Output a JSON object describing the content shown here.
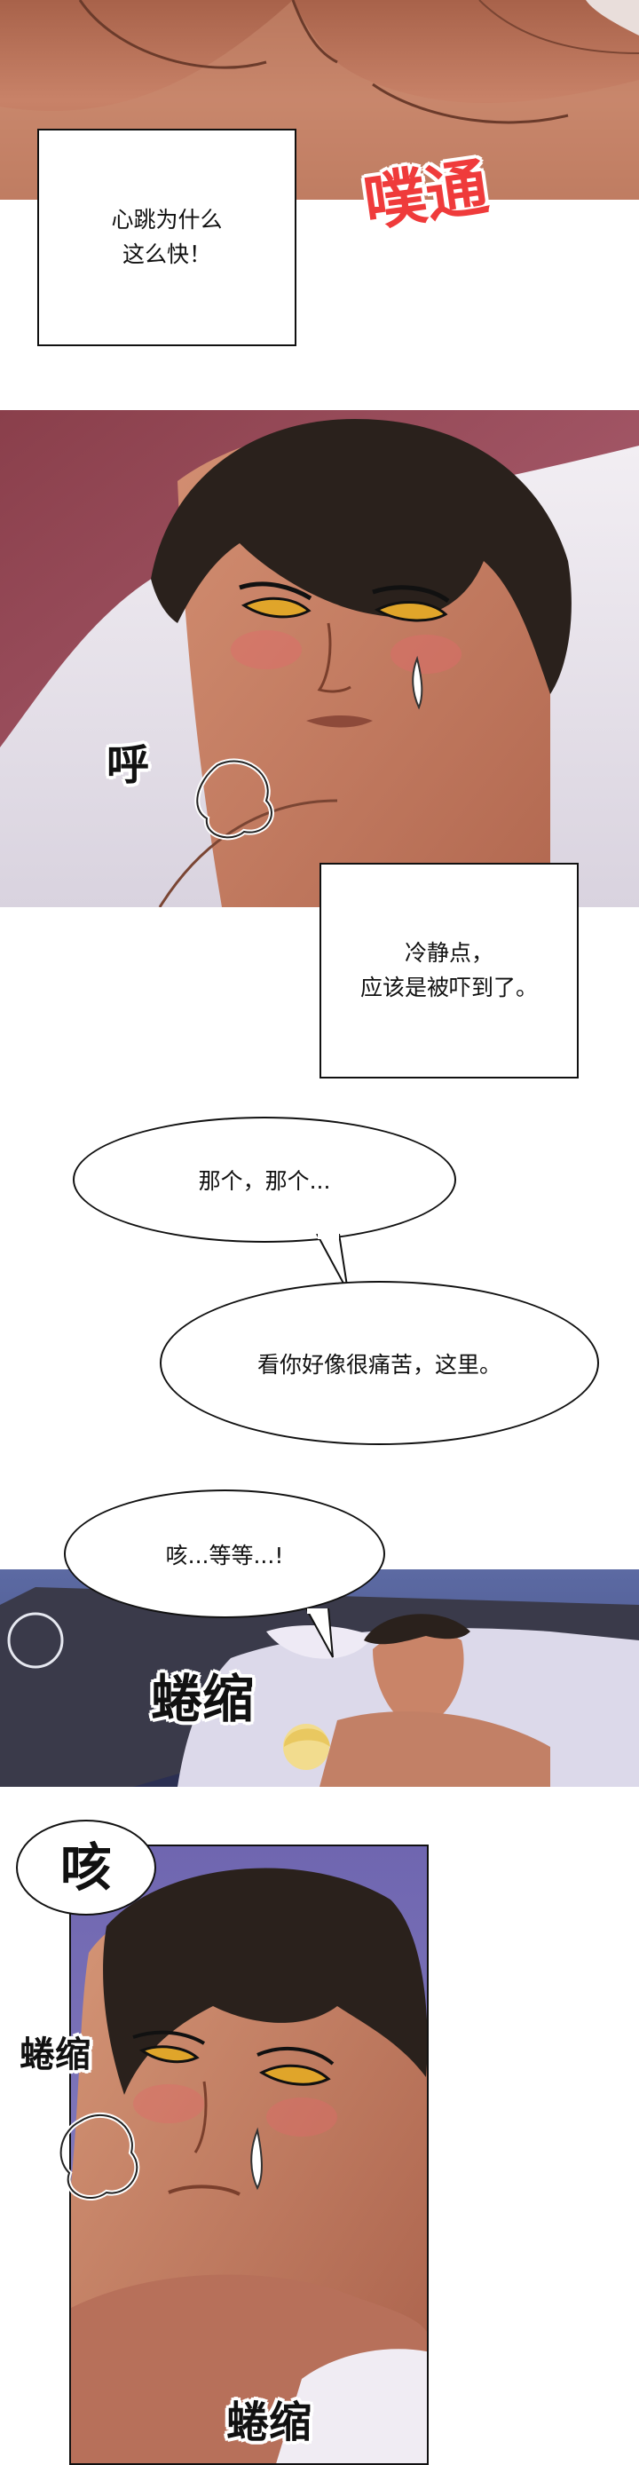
{
  "captions": {
    "heartbeat": "心跳为什么\n这么快！",
    "calm_down": "冷静点，\n应该是被吓到了。"
  },
  "bubbles": {
    "that_thing": "那个，那个...",
    "looks_painful": "看你好像很痛苦，这里。",
    "cough_wait": "咳...等等...!"
  },
  "sfx": {
    "heartbeat_thump": "噗通",
    "exhale": "呼",
    "shrink_1": "蜷缩",
    "cough": "咳",
    "shrink_2": "蜷缩",
    "shrink_3": "蜷缩"
  },
  "colors": {
    "sfx_red": "#ef3b3b",
    "skin": "#c98468",
    "hair": "#2a211c",
    "eyes": "#e0a52a"
  }
}
